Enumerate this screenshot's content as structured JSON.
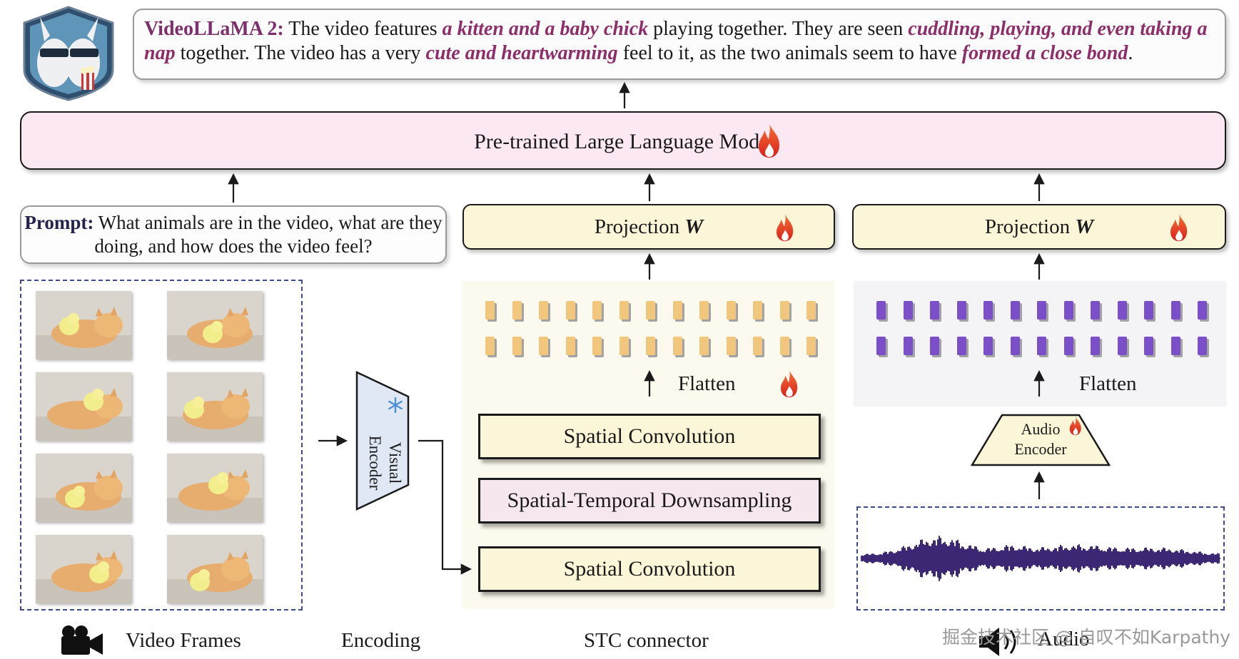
{
  "output": {
    "model_name": "VideoLLaMA 2:",
    "seg1": " The video features ",
    "hl1": "a kitten and a baby chick",
    "seg2": " playing together. They are seen ",
    "hl2": "cuddling, playing, and even taking a nap",
    "seg3": " together. The video has a very ",
    "hl3": "cute and heartwarming",
    "seg4": " feel to it, as the two animals seem to have ",
    "hl4": "formed a close bond",
    "seg5": "."
  },
  "llm": {
    "label": "Pre-trained Large Language Model"
  },
  "prompt": {
    "label": "Prompt:",
    "text": " What animals are in the video, what are they doing, and how does the video feel?"
  },
  "projection_left": {
    "label": "Projection",
    "symbol": "W"
  },
  "projection_right": {
    "label": "Projection",
    "symbol": "W"
  },
  "stc": {
    "flatten": "Flatten",
    "conv_top": "Spatial Convolution",
    "downsampling": "Spatial-Temporal Downsampling",
    "conv_bottom": "Spatial Convolution"
  },
  "visual_encoder": {
    "line1": "Visual",
    "line2": "Encoder"
  },
  "audio": {
    "flatten": "Flatten",
    "encoder_line1": "Audio",
    "encoder_line2": "Encoder"
  },
  "captions": {
    "video_frames": "Video Frames",
    "encoding": "Encoding",
    "stc_connector": "STC connector",
    "audio": "Audio"
  },
  "watermark": "掘金技术社区 @ 自叹不如Karpathy",
  "icons": [
    "llama-logo-icon",
    "flame-icon",
    "snowflake-icon",
    "video-camera-icon",
    "speaker-icon"
  ],
  "colors": {
    "highlight": "#8e2d6a",
    "llm_fill": "#fbe8f3",
    "projection_fill": "#fcf6d8",
    "visual_token": "#f0c77c",
    "audio_token": "#7a4fc7",
    "waveform": "#3b2773",
    "dashed_border": "#3f4a8a",
    "flame": "#e8331f"
  }
}
